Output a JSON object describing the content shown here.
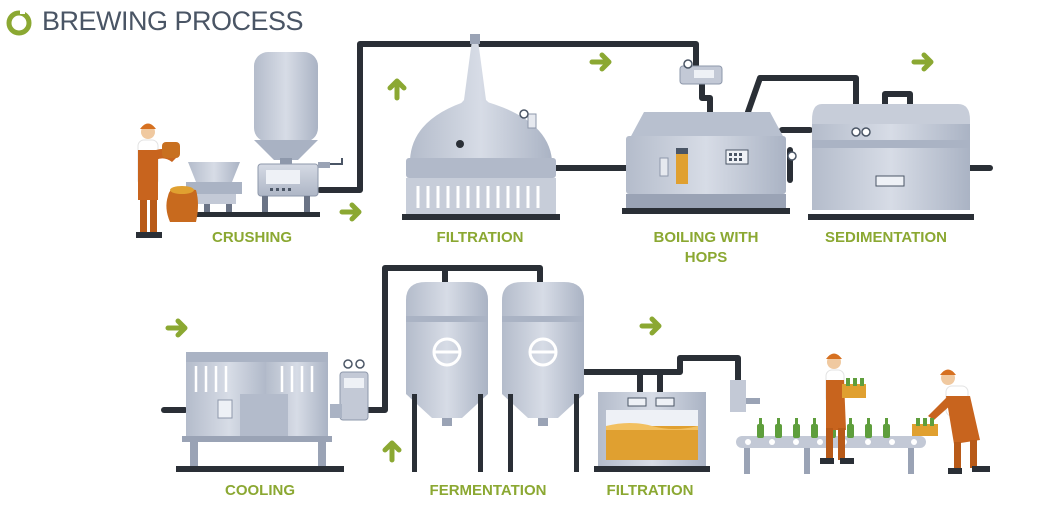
{
  "title": "BREWING PROCESS",
  "colors": {
    "accent_green": "#8ba832",
    "pipe": "#2a2f36",
    "steel": "#c3c9d6",
    "steel_dark": "#9aa3b5",
    "steel_light": "#dfe3eb",
    "wort": "#e0a030",
    "worker_orange": "#c8641e",
    "bottle": "#5e9e3c"
  },
  "steps": [
    {
      "id": "crushing",
      "label": "CRUSHING"
    },
    {
      "id": "filtration-1",
      "label": "FILTRATION"
    },
    {
      "id": "boiling",
      "label": "BOILING WITH HOPS"
    },
    {
      "id": "sedimentation",
      "label": "SEDIMENTATION"
    },
    {
      "id": "cooling",
      "label": "COOLING"
    },
    {
      "id": "fermentation",
      "label": "FERMENTATION"
    },
    {
      "id": "filtration-2",
      "label": "FILTRATION"
    }
  ],
  "icons": {
    "logo": "ring-logo-icon",
    "arrow": "arrow-right-icon",
    "arrow_up": "arrow-up-icon",
    "worker": "worker-icon",
    "bottle": "bottle-icon"
  }
}
